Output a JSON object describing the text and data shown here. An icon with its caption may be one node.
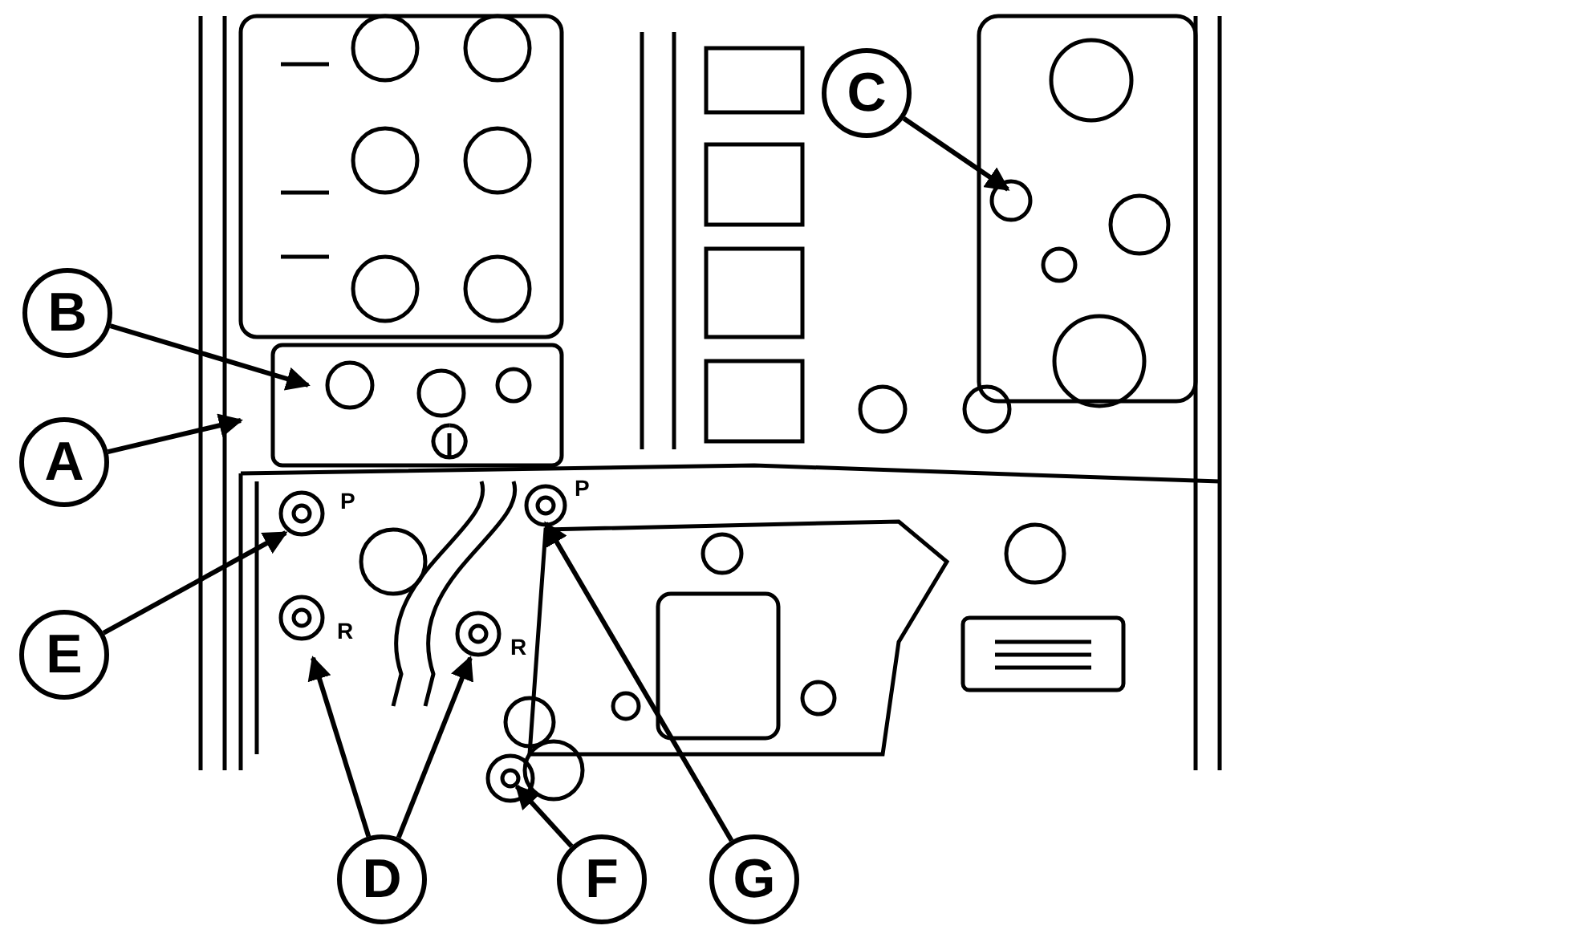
{
  "diagram": {
    "nodes": [
      {
        "text": [
          "A"
        ]
      },
      {
        "text": [
          "B"
        ]
      },
      {
        "text": [
          "C"
        ]
      },
      {
        "text": [
          "D"
        ]
      },
      {
        "text": [
          "E"
        ]
      },
      {
        "text": [
          "F"
        ]
      },
      {
        "text": [
          "G"
        ]
      }
    ],
    "edges": [
      {
        "from": 0,
        "to": null,
        "arrow": "to"
      },
      {
        "from": 1,
        "to": null,
        "arrow": "to"
      },
      {
        "from": 2,
        "to": null,
        "arrow": "to"
      },
      {
        "from": 3,
        "to": null,
        "arrow": "to"
      },
      {
        "from": 3,
        "to": null,
        "arrow": "to"
      },
      {
        "from": 4,
        "to": null,
        "arrow": "to"
      },
      {
        "from": 5,
        "to": null,
        "arrow": "to"
      },
      {
        "from": 6,
        "to": null,
        "arrow": "to"
      }
    ],
    "labels": [
      "P",
      "R",
      "P",
      "R"
    ]
  }
}
